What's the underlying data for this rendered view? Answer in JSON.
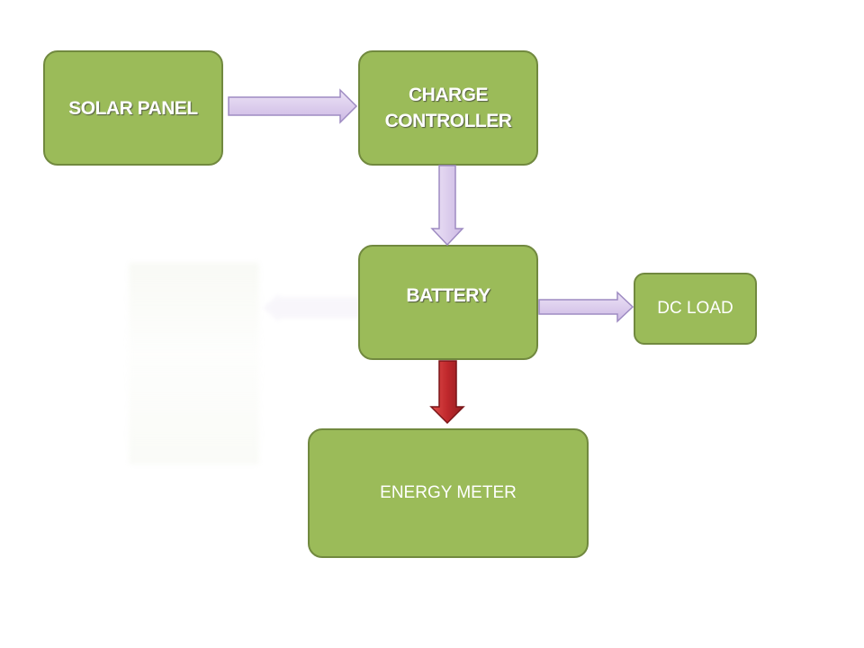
{
  "blocks": {
    "solar_panel": "SOLAR PANEL",
    "charge_controller_line1": "CHARGE",
    "charge_controller_line2": "CONTROLLER",
    "battery": "BATTERY",
    "dc_load": "DC LOAD",
    "energy_meter": "ENERGY METER"
  },
  "colors": {
    "block_fill": "#9bbb59",
    "block_border": "#71893f",
    "arrow_fill": "#d9c8ec",
    "arrow_border": "#9e8bc2",
    "meter_arrow_fill": "#b8282c"
  }
}
